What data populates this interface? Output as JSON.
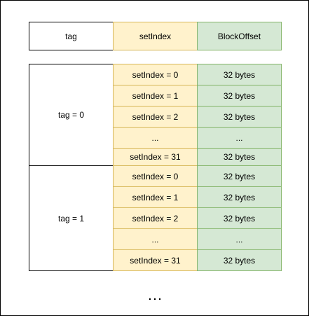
{
  "header": {
    "tag": "tag",
    "set_index": "setIndex",
    "block_offset": "BlockOffset"
  },
  "groups": [
    {
      "tag_label": "tag = 0",
      "rows": [
        {
          "set": "setIndex = 0",
          "offset": "32 bytes"
        },
        {
          "set": "setIndex = 1",
          "offset": "32 bytes"
        },
        {
          "set": "setIndex = 2",
          "offset": "32 bytes"
        },
        {
          "set": "...",
          "offset": "..."
        },
        {
          "set": "setIndex = 31",
          "offset": "32 bytes"
        }
      ]
    },
    {
      "tag_label": "tag = 1",
      "rows": [
        {
          "set": "setIndex = 0",
          "offset": "32 bytes"
        },
        {
          "set": "setIndex = 1",
          "offset": "32 bytes"
        },
        {
          "set": "setIndex = 2",
          "offset": "32 bytes"
        },
        {
          "set": "...",
          "offset": "..."
        },
        {
          "set": "setIndex = 31",
          "offset": "32 bytes"
        }
      ]
    }
  ],
  "footer_ellipsis": "...",
  "colors": {
    "set_fill": "#fff2cc",
    "set_stroke": "#d6b656",
    "offset_fill": "#d5e8d4",
    "offset_stroke": "#82b366"
  }
}
